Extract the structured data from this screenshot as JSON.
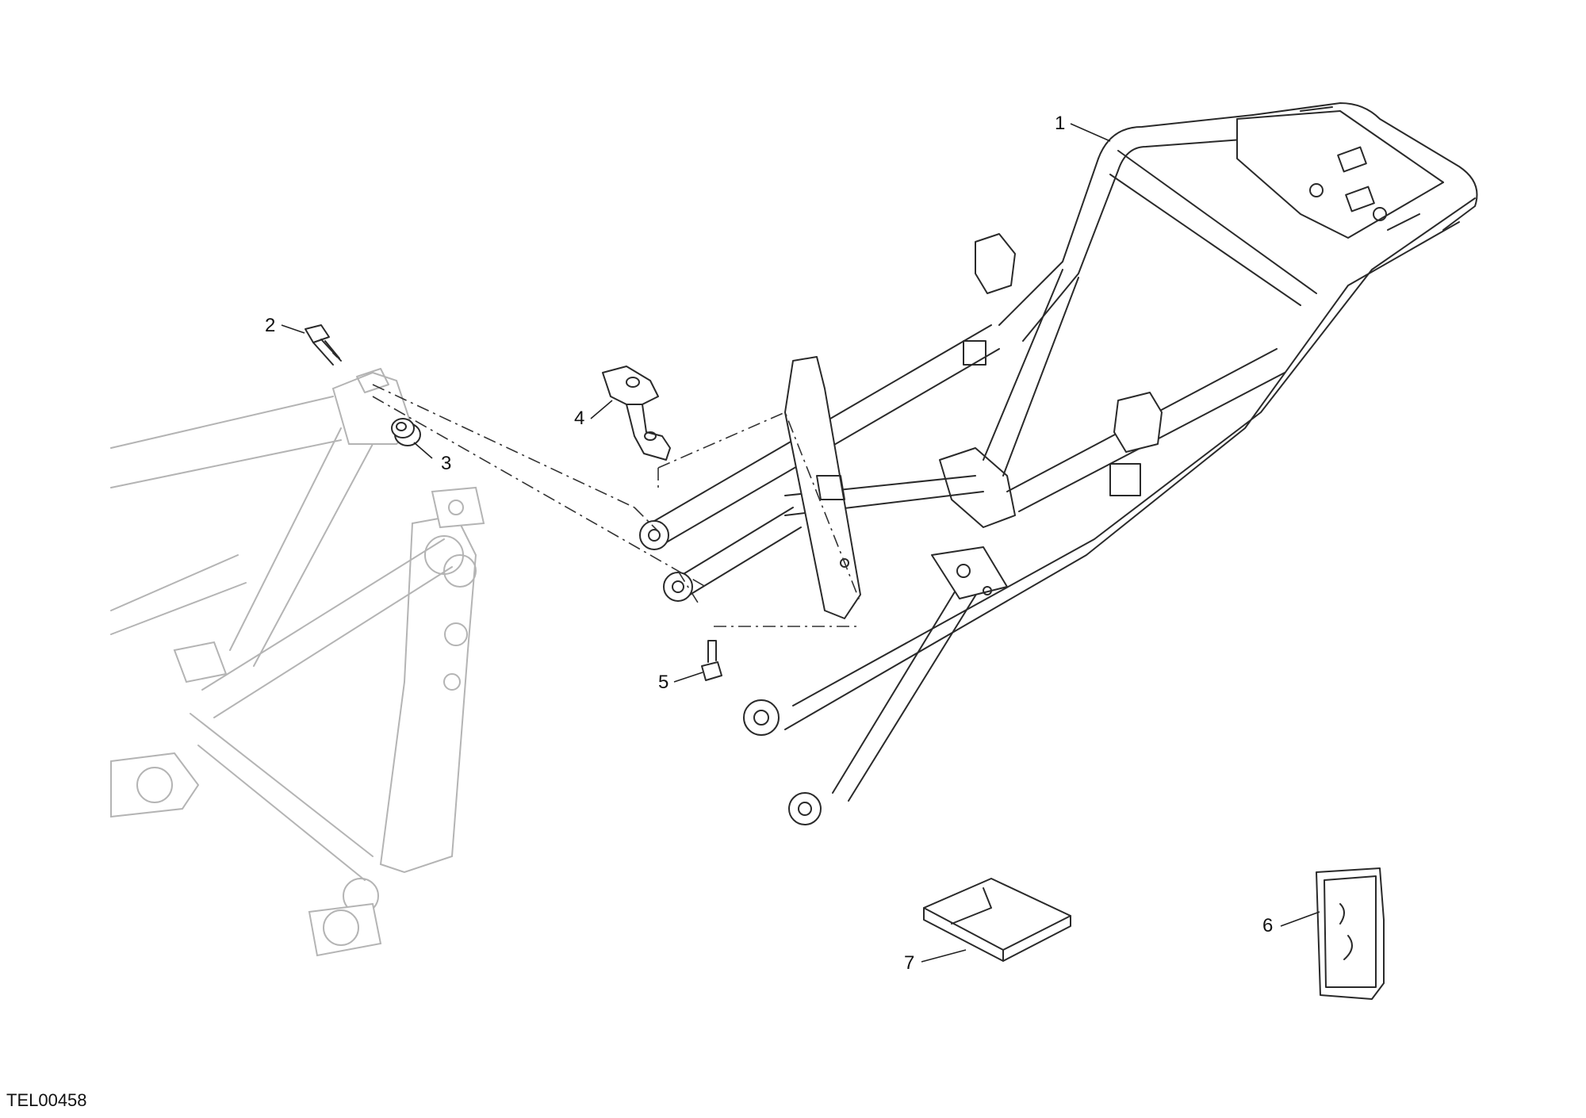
{
  "diagram": {
    "drawing_code": "TEL00458",
    "callouts": [
      {
        "id": "1",
        "label": "1"
      },
      {
        "id": "2",
        "label": "2"
      },
      {
        "id": "3",
        "label": "3"
      },
      {
        "id": "4",
        "label": "4"
      },
      {
        "id": "5",
        "label": "5"
      },
      {
        "id": "6",
        "label": "6"
      },
      {
        "id": "7",
        "label": "7"
      }
    ]
  },
  "colors": {
    "ink": "#2a2a2a",
    "ghost_frame": "#b4b4b4",
    "background": "#ffffff"
  }
}
